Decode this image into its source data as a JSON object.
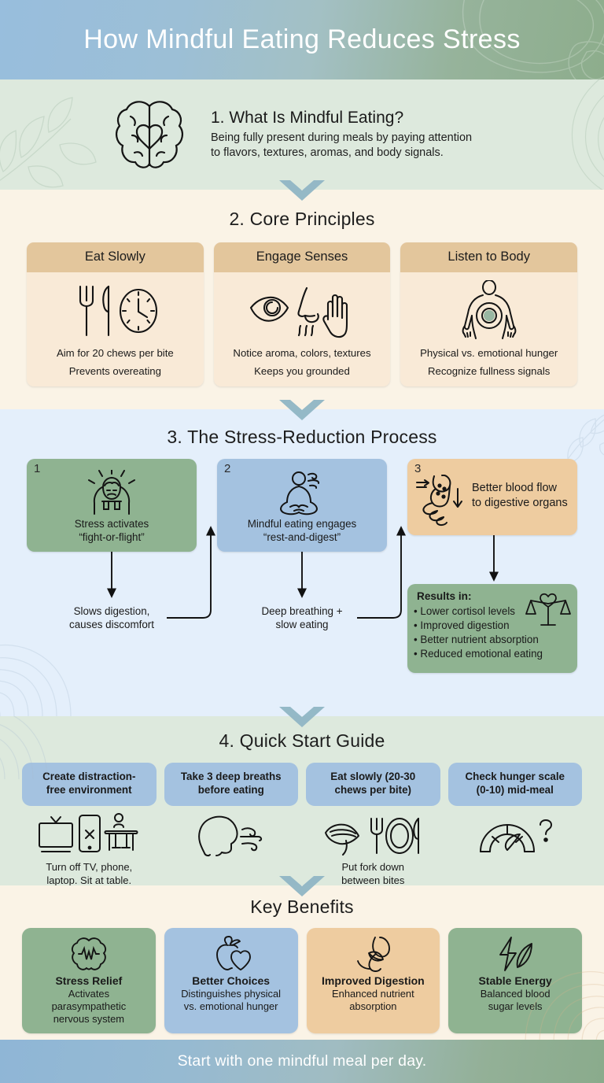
{
  "header": {
    "title": "How Mindful Eating Reduces Stress",
    "gradient_from": "#98bedd",
    "gradient_to": "#8dad8c"
  },
  "section1": {
    "icon": "brain-heart-icon",
    "heading": "1. What Is Mindful Eating?",
    "body_line1": "Being fully present during meals by paying attention",
    "body_line2": "to flavors, textures, aromas, and body signals.",
    "background": "#dde9dd"
  },
  "section2": {
    "title": "2. Core Principles",
    "background": "#faf3e6",
    "card_header_color": "#e3c69c",
    "card_body_color": "#f9ead7",
    "cards": [
      {
        "header": "Eat Slowly",
        "icon": "fork-knife-clock-icon",
        "line1": "Aim for 20 chews per bite",
        "line2": "Prevents overeating"
      },
      {
        "header": "Engage Senses",
        "icon": "eye-nose-hand-icon",
        "line1": "Notice aroma, colors, textures",
        "line2": "Keeps you grounded"
      },
      {
        "header": "Listen to Body",
        "icon": "body-stomach-icon",
        "line1": "Physical vs. emotional hunger",
        "line2": "Recognize fullness signals"
      }
    ]
  },
  "section3": {
    "title": "3. The Stress-Reduction Process",
    "background": "#e4effb",
    "steps": [
      {
        "number": "1",
        "icon": "stressed-person-icon",
        "label_line1": "Stress activates",
        "label_line2": "“fight-or-flight”",
        "color": "#8fb391",
        "caption_line1": "Slows digestion,",
        "caption_line2": "causes discomfort"
      },
      {
        "number": "2",
        "icon": "meditating-person-icon",
        "label_line1": "Mindful eating engages",
        "label_line2": "“rest-and-digest”",
        "color": "#a4c2e0",
        "caption_line1": "Deep breathing +",
        "caption_line2": "slow eating"
      },
      {
        "number": "3",
        "icon": "stomach-intestine-icon",
        "label_line1": "Better blood flow",
        "label_line2": "to digestive organs",
        "color": "#eecca0",
        "caption_line1": "",
        "caption_line2": ""
      }
    ],
    "results": {
      "title": "Results in:",
      "icon": "balance-scale-heart-icon",
      "color": "#8fb391",
      "items": [
        "Lower cortisol levels",
        "Improved digestion",
        "Better nutrient absorption",
        "Reduced emotional eating"
      ]
    }
  },
  "section4": {
    "title": "4. Quick Start Guide",
    "background": "#dde9dd",
    "pill_color": "#a4c2e0",
    "steps": [
      {
        "pill_line1": "Create distraction-",
        "pill_line2": "free environment",
        "icon": "tv-phone-table-icon",
        "caption_line1": "Turn off TV, phone,",
        "caption_line2": "laptop. Sit at table."
      },
      {
        "pill_line1": "Take 3 deep breaths",
        "pill_line2": "before eating",
        "icon": "head-breathing-icon",
        "caption_line1": "",
        "caption_line2": ""
      },
      {
        "pill_line1": "Eat slowly (20-30",
        "pill_line2": "chews per bite)",
        "icon": "mouth-plate-cutlery-icon",
        "caption_line1": "Put fork down",
        "caption_line2": "between bites"
      },
      {
        "pill_line1": "Check hunger scale",
        "pill_line2": "(0-10) mid-meal",
        "icon": "gauge-question-icon",
        "caption_line1": "",
        "caption_line2": ""
      }
    ]
  },
  "section5": {
    "title": "Key Benefits",
    "background": "#faf3e6",
    "benefits": [
      {
        "icon": "brain-icon",
        "title": "Stress Relief",
        "desc_line1": "Activates",
        "desc_line2": "parasympathetic",
        "desc_line3": "nervous system",
        "color": "#8fb391"
      },
      {
        "icon": "apple-heart-icon",
        "title": "Better Choices",
        "desc_line1": "Distinguishes physical",
        "desc_line2": "vs. emotional hunger",
        "desc_line3": "",
        "color": "#a4c2e0"
      },
      {
        "icon": "stomach-leaf-icon",
        "title": "Improved Digestion",
        "desc_line1": "Enhanced nutrient",
        "desc_line2": "absorption",
        "desc_line3": "",
        "color": "#eecca0"
      },
      {
        "icon": "lightning-leaf-icon",
        "title": "Stable Energy",
        "desc_line1": "Balanced blood",
        "desc_line2": "sugar levels",
        "desc_line3": "",
        "color": "#8fb391"
      }
    ]
  },
  "footer": {
    "text": "Start with one mindful meal per day."
  }
}
